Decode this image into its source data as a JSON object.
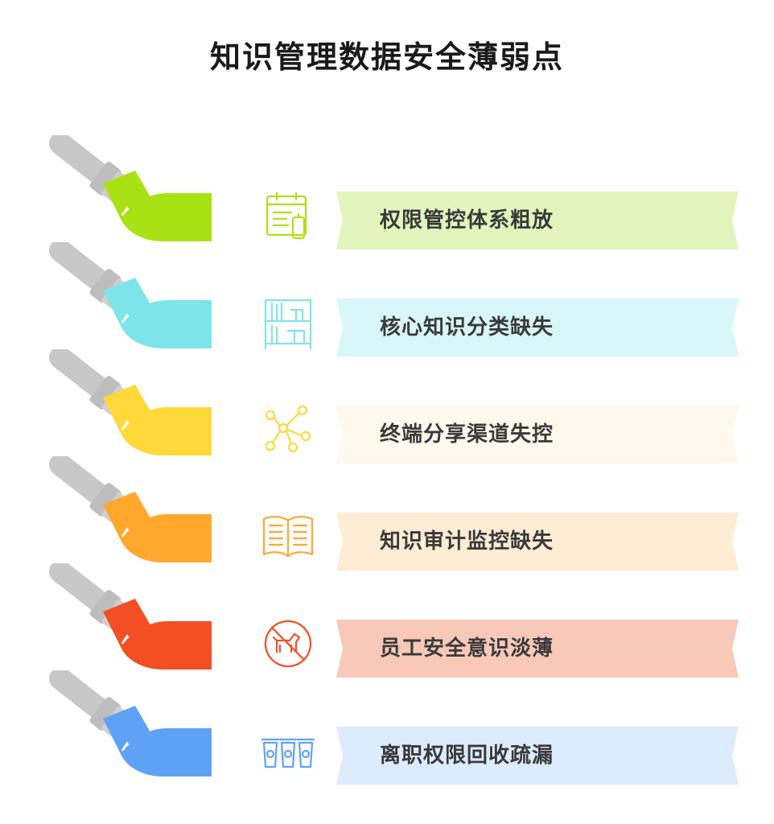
{
  "title": "知识管理数据安全薄弱点",
  "items": [
    {
      "label": "权限管控体系粗放",
      "color": "#a9e214",
      "light": "#e2f5bd",
      "icon": "calendar-phone-icon"
    },
    {
      "label": "核心知识分类缺失",
      "color": "#7de4ea",
      "light": "#d9f6f8",
      "icon": "bookshelf-icon"
    },
    {
      "label": "终端分享渠道失控",
      "color": "#ffd93a",
      "light": "#fff8ec",
      "icon": "share-nodes-icon"
    },
    {
      "label": "知识审计监控缺失",
      "color": "#ffa82e",
      "light": "#feecd4",
      "icon": "open-book-icon"
    },
    {
      "label": "员工安全意识淡薄",
      "color": "#f44f24",
      "light": "#f8c8b8",
      "icon": "no-dogs-icon"
    },
    {
      "label": "离职权限回收疏漏",
      "color": "#5fa2f5",
      "light": "#dcebfd",
      "icon": "recycle-bins-icon"
    }
  ]
}
